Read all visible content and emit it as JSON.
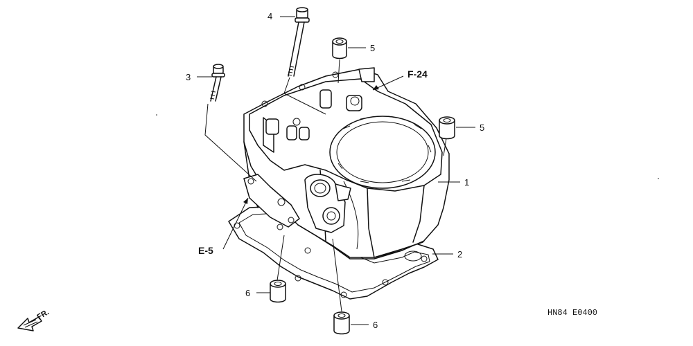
{
  "callouts": {
    "cylinder": "1",
    "gasket": "2",
    "bolt_small": "3",
    "bolt_long": "4",
    "dowel_top": "5",
    "dowel_right": "5",
    "dowel_bottom_left": "6",
    "dowel_bottom": "6"
  },
  "refs": {
    "top": "F-24",
    "left": "E-5"
  },
  "diagram_code": "HN84 E0400",
  "front_marker": "FR."
}
